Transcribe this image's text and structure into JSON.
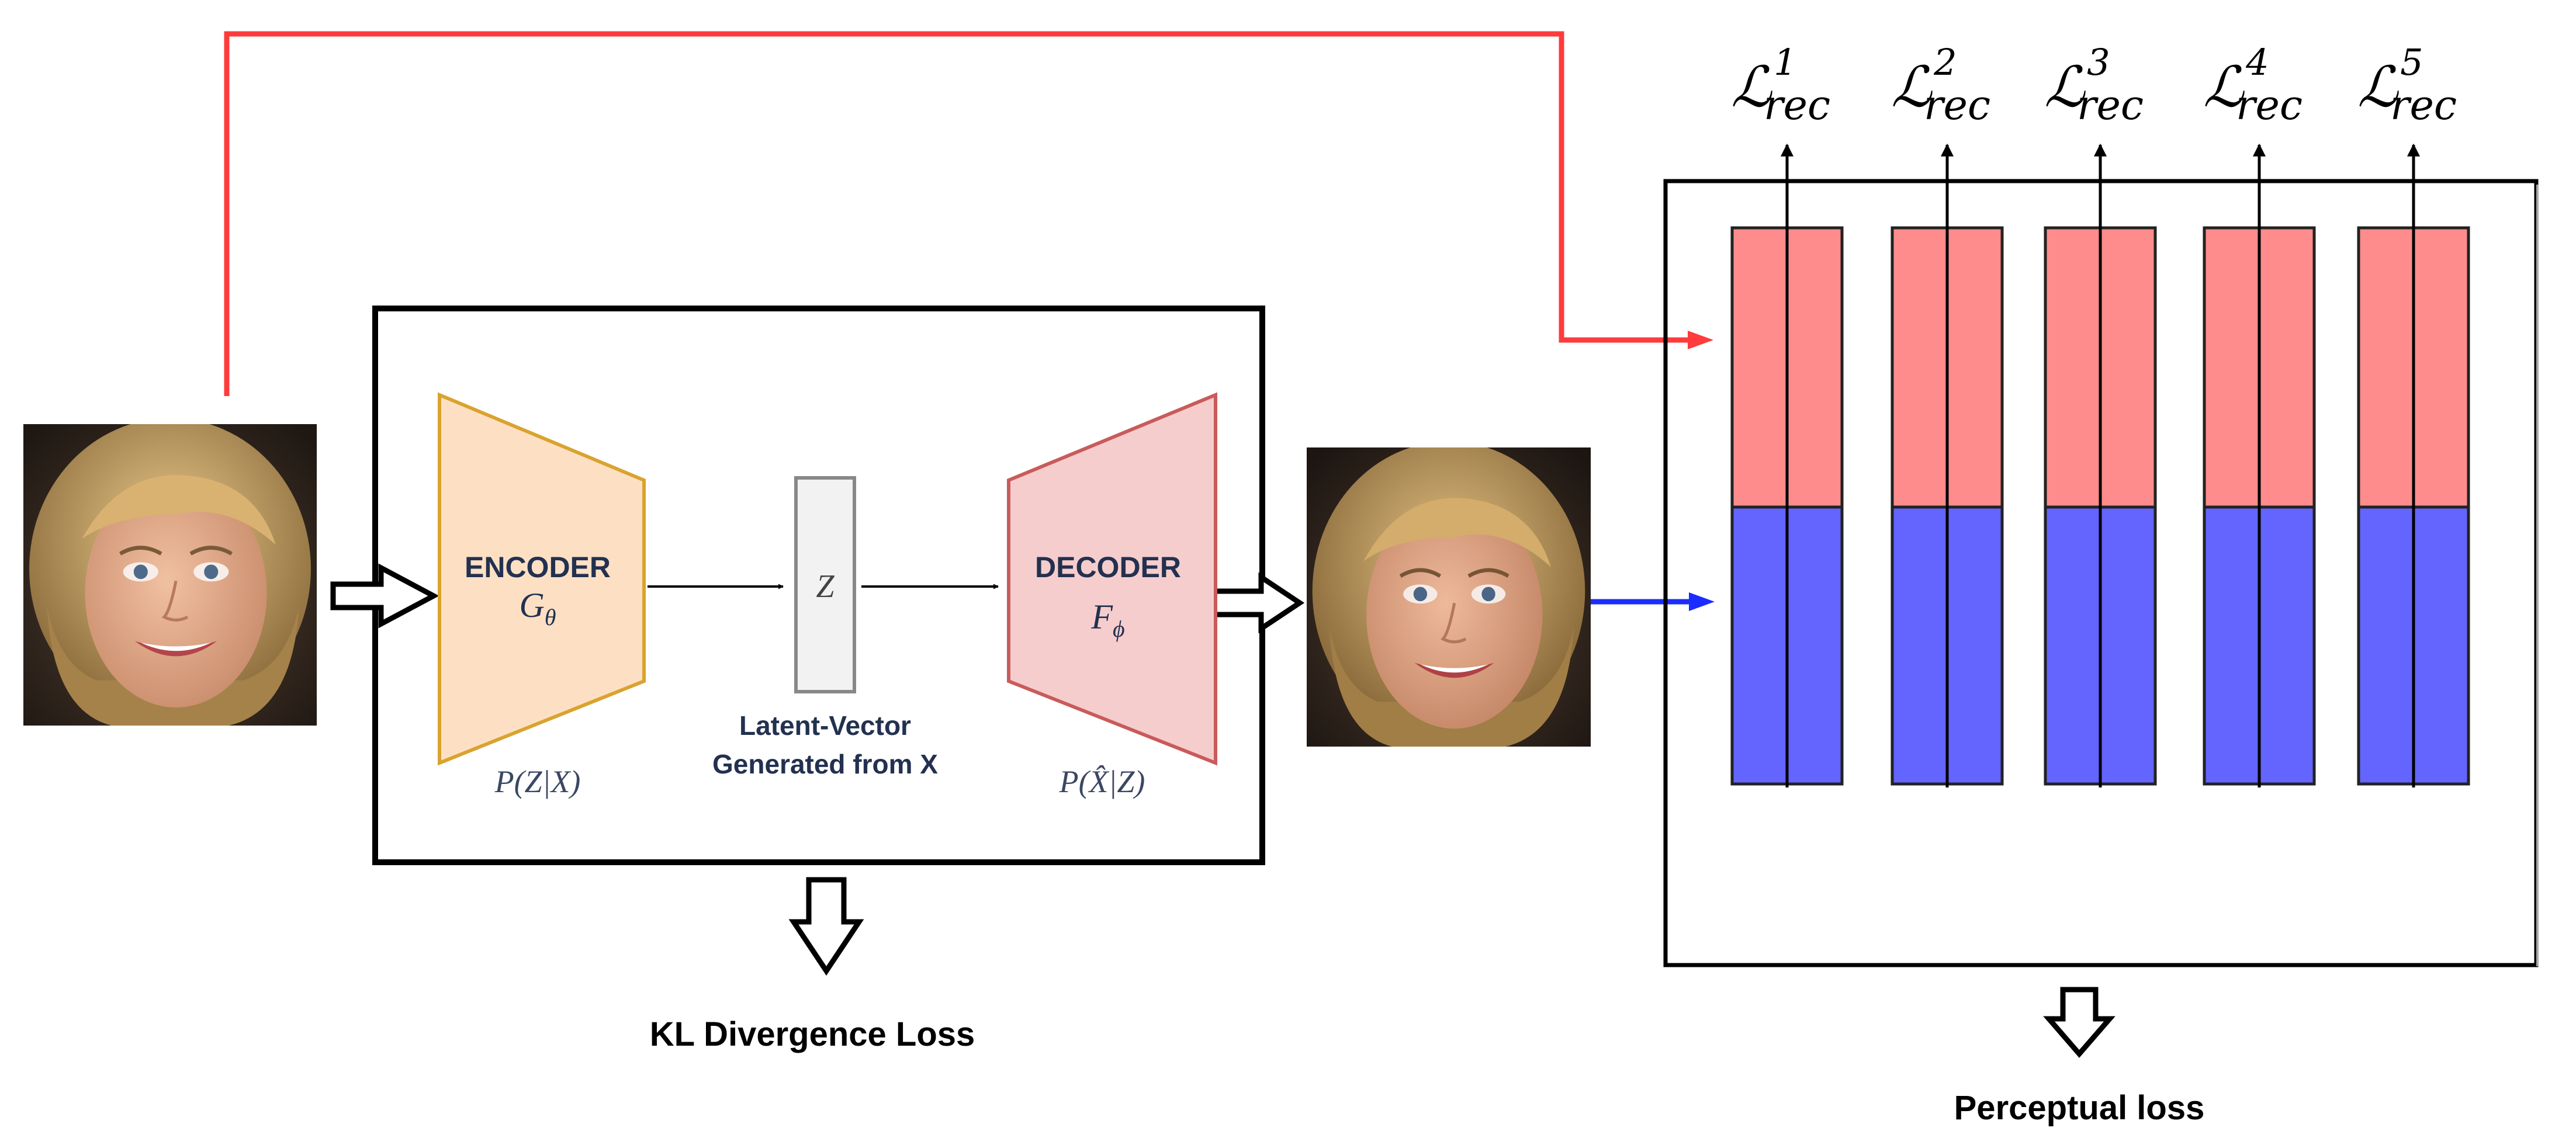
{
  "encoder": {
    "title": "ENCODER",
    "symbol": "G",
    "symbol_sub": "θ",
    "distribution": "P(Z|X)"
  },
  "latent": {
    "symbol": "Z",
    "caption_line1": "Latent-Vector",
    "caption_line2": "Generated from X"
  },
  "decoder": {
    "title": "DECODER",
    "symbol": "F",
    "symbol_sub": "ϕ",
    "distribution": "P(X̂|Z)"
  },
  "losses": {
    "kl_label": "KL Divergence Loss",
    "perceptual_label": "Perceptual loss",
    "reconstruction_symbol": "ℒ",
    "reconstruction_sub": "rec",
    "layer_indices": [
      "1",
      "2",
      "3",
      "4",
      "5"
    ]
  },
  "colors": {
    "encoder_fill": "#fde0c4",
    "encoder_stroke": "#d9a32e",
    "decoder_fill": "#f6cdcd",
    "decoder_stroke": "#c95b5b",
    "real_feature": "#ff8c8c",
    "reconstructed_feature": "#6464ff",
    "real_path": "#ff3b3b",
    "reconstructed_path": "#1a2cff",
    "label_navy": "#233150"
  },
  "icons": [
    "input-face-photo",
    "reconstructed-face-photo",
    "hollow-arrow-right",
    "hollow-arrow-down"
  ]
}
